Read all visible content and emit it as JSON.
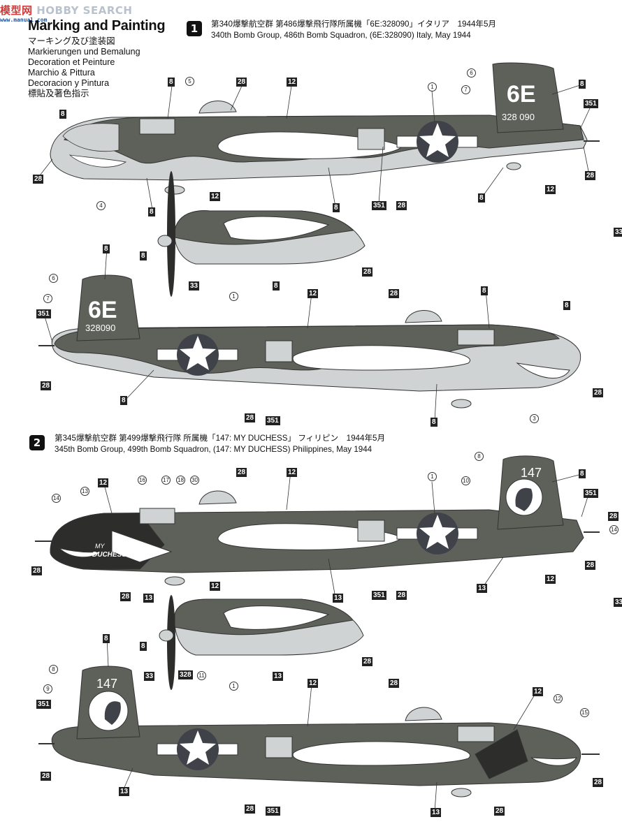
{
  "watermark": {
    "brand_a": "模型网",
    "brand_b": "HOBBY SEARCH",
    "site": "www.manual.com"
  },
  "title": "Marking and Painting",
  "title_langs": [
    "マーキング及び塗装図",
    "Markierungen und Bemalung",
    "Decoration et Peinture",
    "Marchio & Pittura",
    "Decoracion y Pintura",
    "標貼及著色指示"
  ],
  "section1": {
    "number": "1",
    "caption_jp": "第340爆撃航空群 第486爆撃飛行隊所属機「6E:328090」イタリア　1944年5月",
    "caption_en": "340th Bomb Group, 486th Bomb Squadron, (6E:328090)  Italy, May 1944",
    "tail_code": "6E",
    "serial": "328 090",
    "serial_b": "328090"
  },
  "section2": {
    "number": "2",
    "caption_jp": "第345爆撃航空群 第499爆撃飛行隊 所属機「147: MY DUCHESS」 フィリピン　1944年5月",
    "caption_en": "345th Bomb Group, 499th Bomb Squadron, (147: MY DUCHESS)  Philippines, May 1944",
    "tail_code": "147",
    "nose_art_1": "MY",
    "nose_art_2": "DUCHESS"
  },
  "colors": {
    "olive": "#5e605a",
    "grey": "#cfd3d3",
    "dark": "#2d2e2c",
    "insignia_blue": "#3f4349"
  },
  "edge_labels": [
    "33",
    "33",
    "28",
    "14",
    "33"
  ]
}
